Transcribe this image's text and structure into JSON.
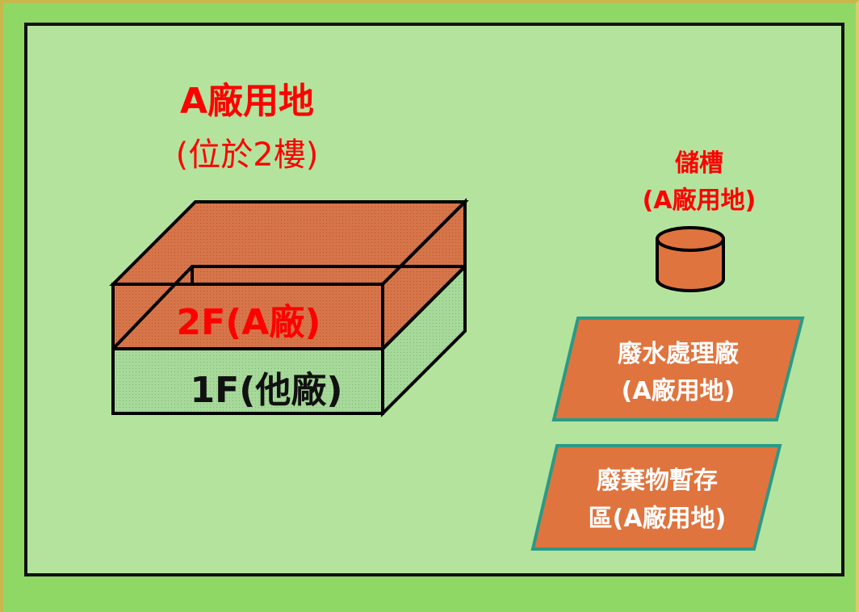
{
  "title": {
    "main": "A廠用地",
    "sub": "(位於2樓)"
  },
  "building": {
    "floor2_label": "2F(A廠)",
    "floor1_label": "1F(他廠)"
  },
  "tank": {
    "line1": "儲槽",
    "line2": "(A廠用地)"
  },
  "wastewater": {
    "line1": "廢水處理廠",
    "line2": "(A廠用地)"
  },
  "waste_storage": {
    "line1": "廢棄物暫存",
    "line2": "區(A廠用地)"
  },
  "colors": {
    "background": "#8fd866",
    "panel": "#b4e39e",
    "orange": "#e0743e",
    "red_text": "#ff0000",
    "teal_border": "#2a9a86"
  }
}
